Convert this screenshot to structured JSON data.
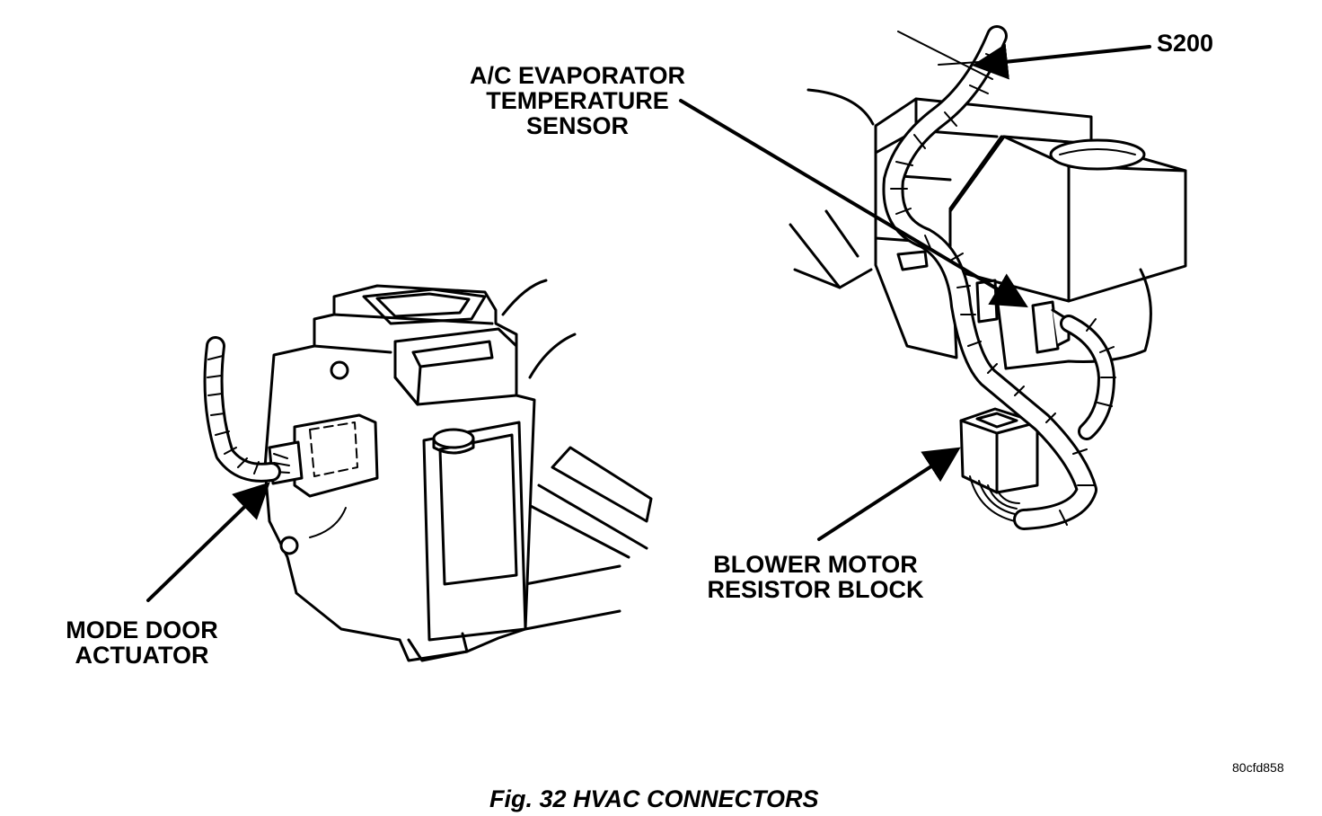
{
  "labels": {
    "s200": "S200",
    "evap_sensor": [
      "A/C EVAPORATOR",
      "TEMPERATURE",
      "SENSOR"
    ],
    "blower_resistor": [
      "BLOWER MOTOR",
      "RESISTOR BLOCK"
    ],
    "mode_door": [
      "MODE DOOR",
      "ACTUATOR"
    ]
  },
  "figure_code": "80cfd858",
  "caption": "Fig. 32 HVAC CONNECTORS",
  "colors": {
    "ink": "#000000",
    "paper": "#ffffff"
  }
}
